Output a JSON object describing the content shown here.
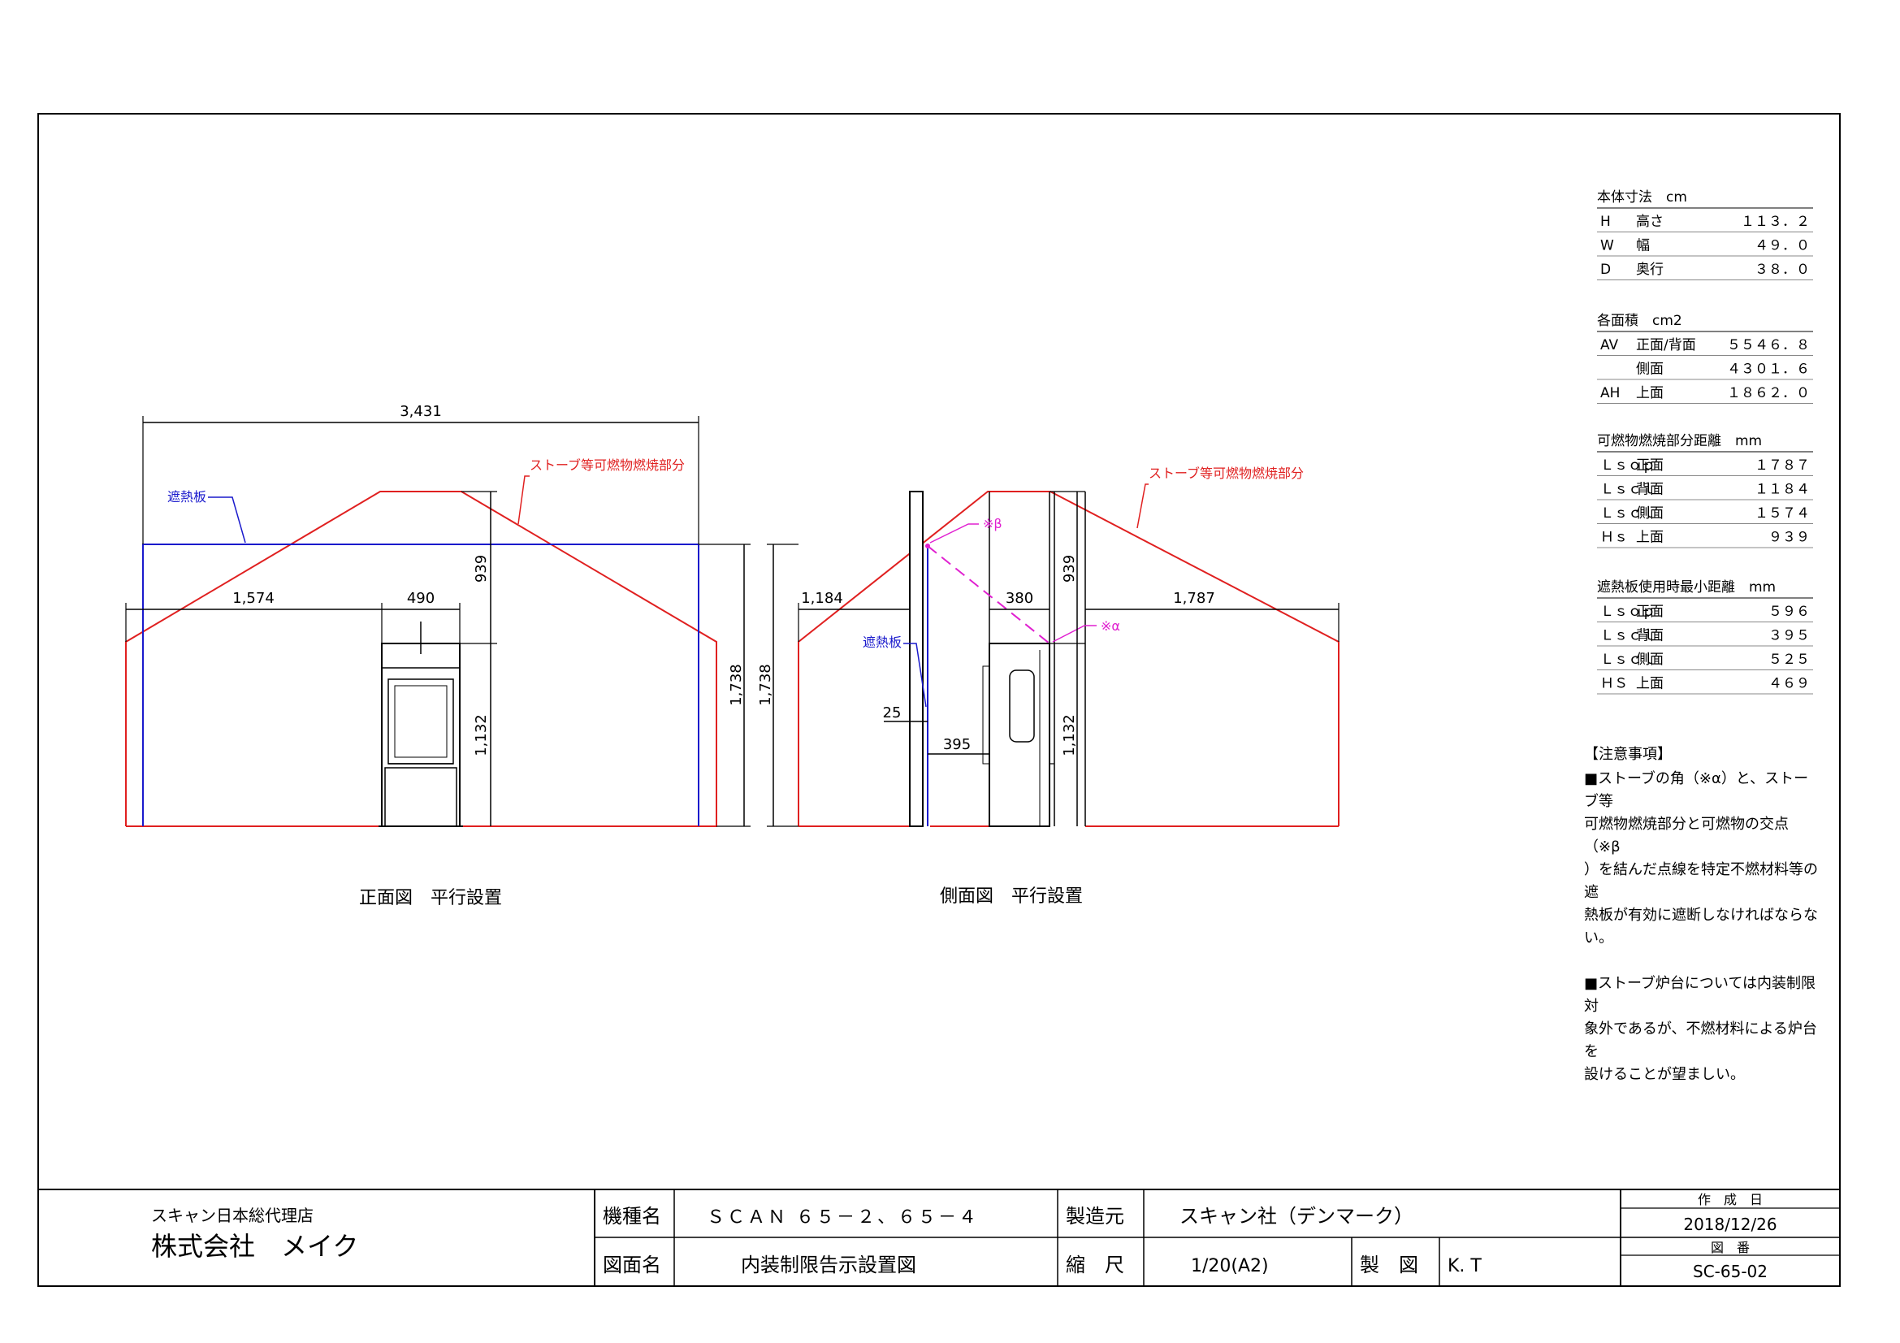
{
  "colors": {
    "red": "#e02020",
    "blue": "#1a1acc",
    "magenta": "#e020d0",
    "black": "#000000"
  },
  "specs": {
    "dims": {
      "title": "本体寸法　cm",
      "rows": [
        {
          "k": "H",
          "n": "高さ",
          "v": "１１３．２"
        },
        {
          "k": "W",
          "n": "幅",
          "v": "４９．０"
        },
        {
          "k": "D",
          "n": "奥行",
          "v": "３８．０"
        }
      ]
    },
    "area": {
      "title": "各面積　cm2",
      "rows": [
        {
          "k": "AV",
          "n": "正面/背面",
          "v": "５５４６．８"
        },
        {
          "k": "",
          "n": "側面",
          "v": "４３０１．６"
        },
        {
          "k": "AH",
          "n": "上面",
          "v": "１８６２．０"
        }
      ]
    },
    "dist": {
      "title": "可燃物燃焼部分距離　mm",
      "rows": [
        {
          "k": "Ｌｓｏｐ",
          "n": "正面",
          "v": "１７８７"
        },
        {
          "k": "Ｌｓｃｌ",
          "n": "背面",
          "v": "１１８４"
        },
        {
          "k": "Ｌｓｃｌ",
          "n": "側面",
          "v": "１５７４"
        },
        {
          "k": "Ｈｓ",
          "n": "上面",
          "v": "９３９"
        }
      ]
    },
    "shield": {
      "title": "遮熱板使用時最小距離　mm",
      "rows": [
        {
          "k": "Ｌｓｏｐ",
          "n": "正面",
          "v": "５９６"
        },
        {
          "k": "Ｌｓｃｌ",
          "n": "背面",
          "v": "３９５"
        },
        {
          "k": "Ｌｓｃｌ",
          "n": "側面",
          "v": "５２５"
        },
        {
          "k": "ＨＳ",
          "n": "上面",
          "v": "４６９"
        }
      ]
    }
  },
  "notes": {
    "heading": "【注意事項】",
    "p1": "■ストーブの角（※α）と、ストーブ等\n可燃物燃焼部分と可燃物の交点（※β\n）を結んだ点線を特定不燃材料等の遮\n熱板が有効に遮断しなければならない。",
    "p2": "■ストーブ炉台については内装制限対\n象外であるが、不燃材料による炉台を\n設けることが望ましい。"
  },
  "front": {
    "caption": "正面図　平行設置",
    "dim_total": "3,431",
    "dim_left": "1,574",
    "dim_stove_w": "490",
    "dim_top": "939",
    "dim_stove_h": "1,132",
    "dim_height": "1,738",
    "label_shield": "遮熱板",
    "label_combustible": "ストーブ等可燃物燃焼部分"
  },
  "side": {
    "caption": "側面図　平行設置",
    "dim_left": "1,184",
    "dim_depth": "380",
    "dim_right": "1,787",
    "dim_top": "939",
    "dim_stove_h": "1,132",
    "dim_height": "1,738",
    "dim_gap": "25",
    "dim_shield": "395",
    "label_shield": "遮熱板",
    "label_combustible": "ストーブ等可燃物燃焼部分",
    "mark_beta": "※β",
    "mark_alpha": "※α"
  },
  "titleblock": {
    "agent_label": "スキャン日本総代理店",
    "company": "株式会社　メイク",
    "model_label": "機種名",
    "model_value": "ＳＣＡＮ ６５－２、６５－４",
    "maker_label": "製造元",
    "maker_value": "スキャン社（デンマーク）",
    "drawing_label": "図面名",
    "drawing_value": "内装制限告示設置図",
    "scale_label": "縮　尺",
    "scale_value": "1/20(A2)",
    "drafter_label": "製　図",
    "drafter_value": "K. T",
    "date_label": "作　成　日",
    "date_value": "2018/12/26",
    "number_label": "図　番",
    "number_value": "SC-65-02"
  }
}
